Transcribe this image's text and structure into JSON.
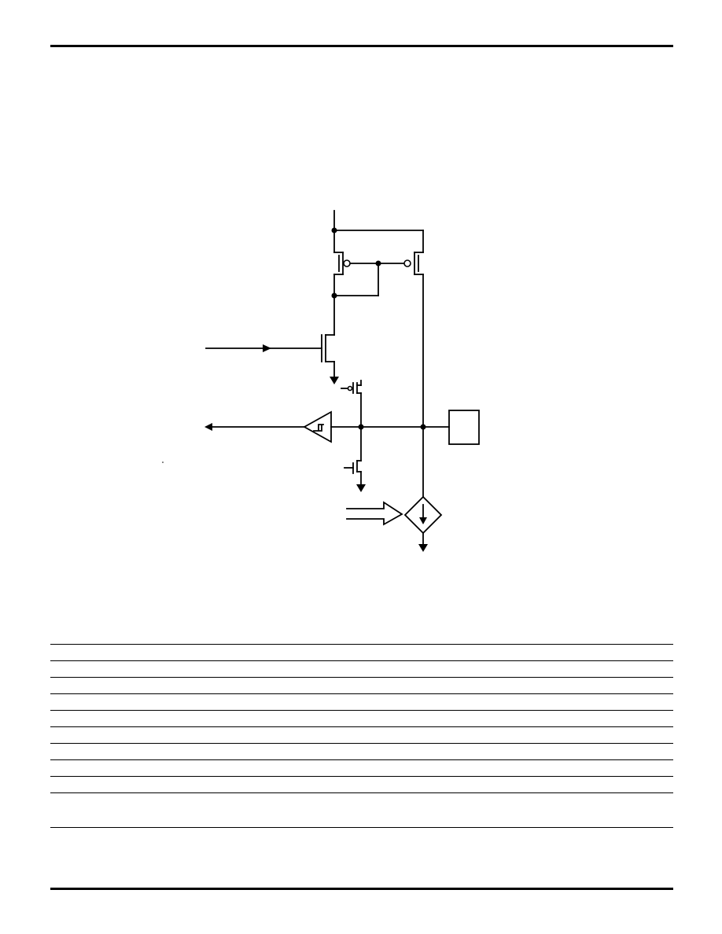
{
  "page": {
    "background": "#ffffff",
    "ink": "#000000"
  },
  "header": {
    "rule": true
  },
  "diagram": {
    "type": "circuit-schematic",
    "components": [
      "supply-rail",
      "pmos-current-mirror",
      "nmos-input-transistor",
      "input-signal-arrow",
      "pmos-pullup-switch",
      "nmos-pulldown-switch",
      "schmitt-trigger-buffer",
      "output-signal-arrow",
      "pad-box",
      "dependent-current-sink",
      "control-input-arrow",
      "ground-arrows"
    ]
  },
  "table": {
    "rows": 11,
    "text": []
  },
  "footer": {
    "rule": true
  }
}
